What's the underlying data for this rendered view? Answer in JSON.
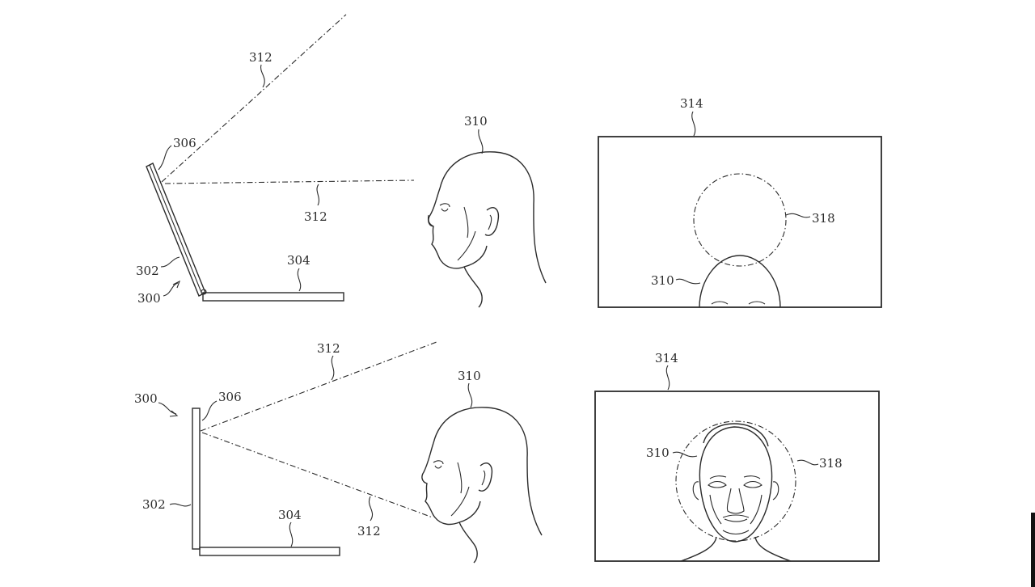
{
  "labels": {
    "top": {
      "ray_upper": "312",
      "display": "306",
      "ray_lower": "312",
      "hinge": "302",
      "base": "304",
      "device": "300",
      "user": "310",
      "frame": "314",
      "region": "318",
      "user_in_frame": "310"
    },
    "bottom": {
      "ray_upper": "312",
      "device": "300",
      "display": "306",
      "hinge": "302",
      "base": "304",
      "ray_lower": "312",
      "user": "310",
      "frame": "314",
      "user_in_frame": "310",
      "region": "318"
    }
  },
  "colors": {
    "line": "#2b2b2b",
    "background": "#ffffff"
  }
}
